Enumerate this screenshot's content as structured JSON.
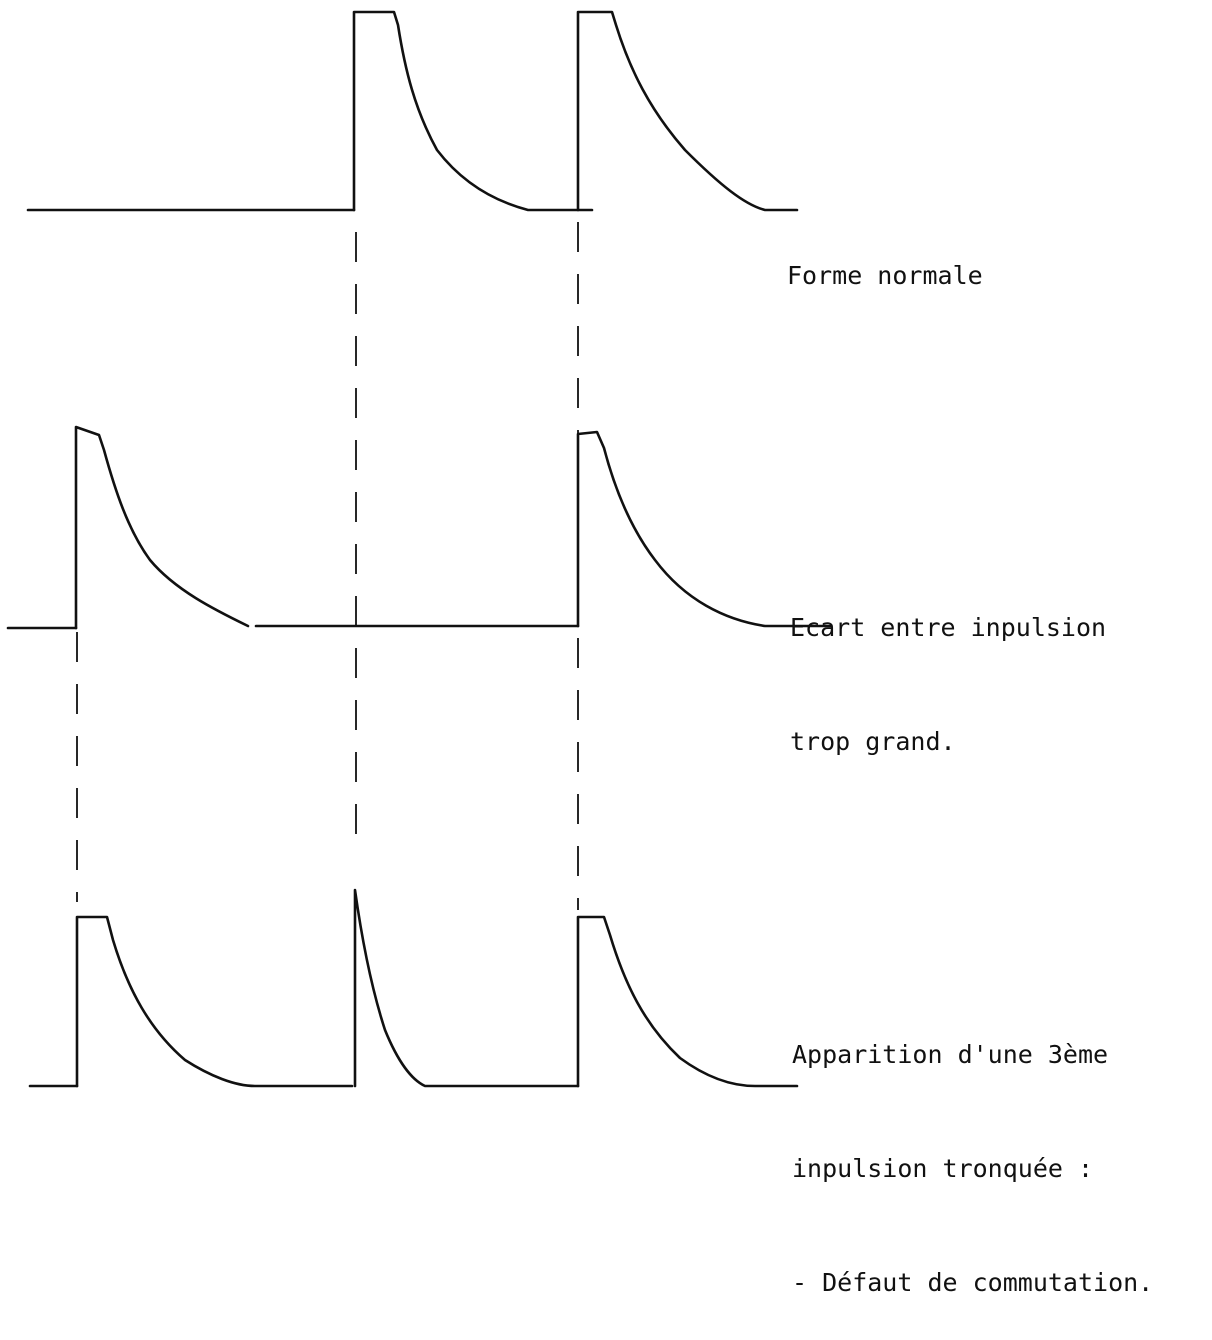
{
  "captions": {
    "normal": {
      "line1": "Forme normale"
    },
    "gap": {
      "line1": "Ecart entre inpulsion",
      "line2": "trop grand."
    },
    "third": {
      "line1": "Apparition d'une 3ème",
      "line2": "inpulsion tronquée :",
      "line3": "- Défaut de commutation."
    }
  }
}
